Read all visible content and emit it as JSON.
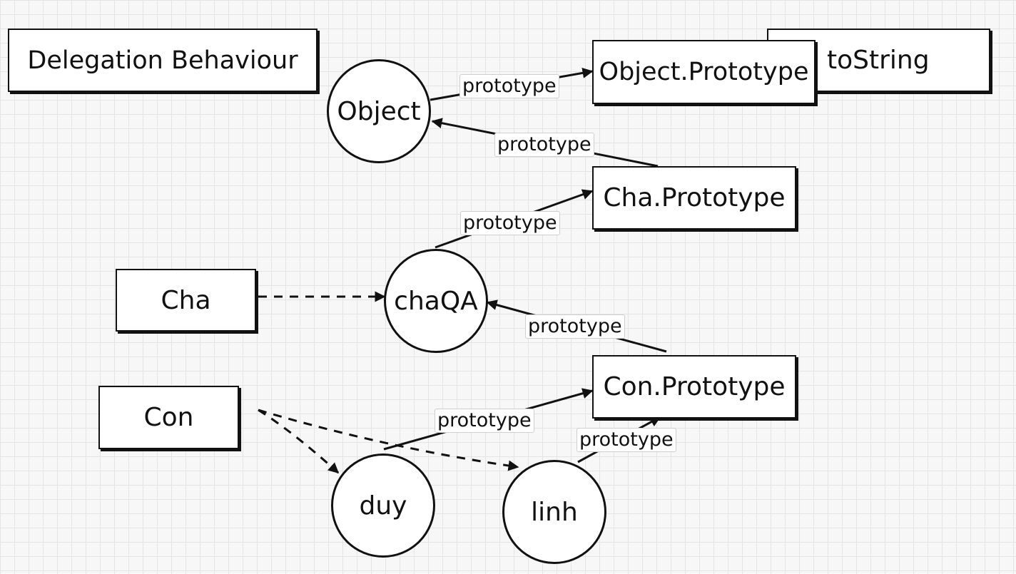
{
  "diagram": {
    "title": "Delegation Behaviour",
    "nodes": {
      "object": "Object",
      "object_prototype": "Object.Prototype",
      "to_string": "toString",
      "cha_prototype": "Cha.Prototype",
      "cha": "Cha",
      "cha_qa": "chaQA",
      "con_prototype": "Con.Prototype",
      "con": "Con",
      "duy": "duy",
      "linh": "linh"
    },
    "edge_labels": {
      "object_to_object_prototype": "prototype",
      "cha_prototype_to_object": "prototype",
      "cha_qa_to_cha_prototype": "prototype",
      "con_prototype_to_cha_qa": "prototype",
      "duy_to_con_prototype": "prototype",
      "linh_to_con_prototype": "prototype"
    },
    "colors": {
      "stroke": "#111111",
      "fill": "#ffffff",
      "grid": "#e4e4e4"
    }
  }
}
